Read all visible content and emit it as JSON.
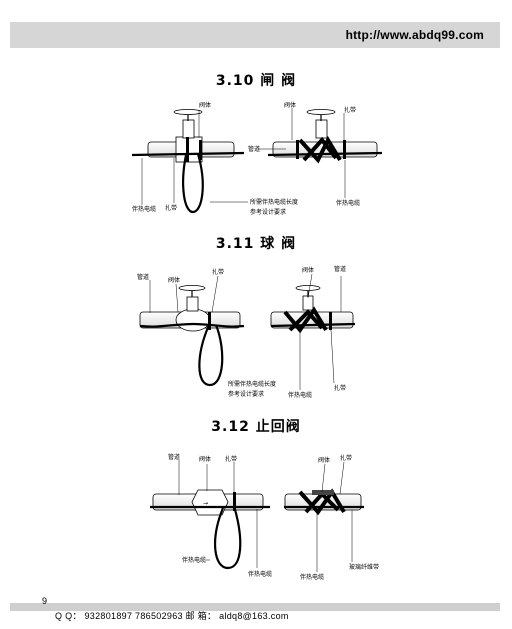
{
  "header": {
    "url": "http://www.abdq99.com"
  },
  "sections": [
    {
      "title": "3.10 闸  阀",
      "labels": {
        "valve_body": "阀体",
        "pipe": "管道",
        "strap": "扎带",
        "heat_cable": "伴热电缆",
        "cable_length_1": "所需伴热电缆长度",
        "cable_length_2": "参考设计要求"
      }
    },
    {
      "title": "3.11 球  阀",
      "labels": {
        "pipe": "管道",
        "valve_body": "阀体",
        "strap": "扎带",
        "cable_length_1": "所需伴热电缆长度",
        "cable_length_2": "参考设计要求",
        "heat_cable": "伴热电缆"
      }
    },
    {
      "title": "3.12 止回阀",
      "labels": {
        "pipe": "管道",
        "valve_body": "阀体",
        "strap": "扎带",
        "heat_cable": "伴热电缆",
        "glass_tape": "玻璃纤维带"
      }
    }
  ],
  "footer": {
    "page_number": "9",
    "contact": "Q Q： 932801897  786502963   邮 箱：  aldq8@163.com"
  }
}
